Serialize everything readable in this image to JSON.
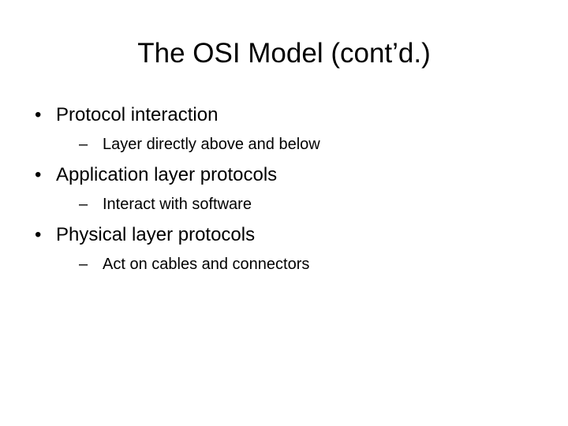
{
  "slide": {
    "title": "The OSI Model (cont’d.)",
    "bullet_marker": "•",
    "sub_marker": "–",
    "items": [
      {
        "text": "Protocol interaction",
        "sub": "Layer directly above and below"
      },
      {
        "text": "Application layer protocols",
        "sub": "Interact with software"
      },
      {
        "text": "Physical layer protocols",
        "sub": "Act on cables and connectors"
      }
    ]
  }
}
